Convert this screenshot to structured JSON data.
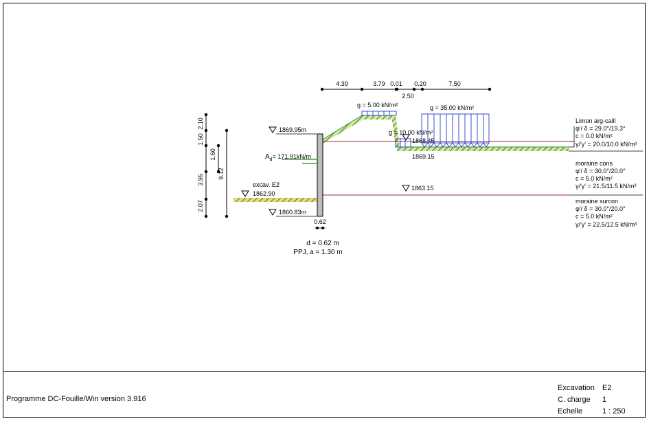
{
  "drawing": {
    "dimensions_top": [
      "4.39",
      "3.79",
      "0.01",
      "0.20",
      "7.50"
    ],
    "dimension_below": "2.50",
    "dimensions_left": [
      "2.10",
      "1.50",
      "1.60",
      "3.95",
      "9.12",
      "2.07"
    ],
    "levels": {
      "top_left": "1869.95m",
      "excav_label": "excav. E2",
      "excav_level": "1862.90",
      "wall_base": "1860.83m",
      "bench": "1868.45",
      "bench_lower": "1869.15",
      "layer_boundary": "1863.15"
    },
    "loads": {
      "slope": "g = 5.00 kN/m²",
      "bench": "g = 10.00 kN/m²",
      "right": "g = 35.00 kN/m²"
    },
    "anchor": {
      "label": "A",
      "subscript": "d",
      "value": "= 171.91kN/m"
    },
    "wall": {
      "width_label": "0.62",
      "thickness": "d = 0.62 m",
      "type": "PPJ, a = 1.30 m"
    },
    "soil_layers": [
      {
        "name": "Limon arg-caill",
        "phi": "φ'/ δ  = 29.0°/19.3°",
        "c": "c      =   0.0 kN/m²",
        "gamma": "γ/'γ' = 20.0/10.0 kN/m³"
      },
      {
        "name": "moraine cons",
        "phi": "φ'/ δ  = 30.0°/20.0°",
        "c": "c      =   5.0 kN/m²",
        "gamma": "γ/'γ' = 21.5/11.5 kN/m³"
      },
      {
        "name": "moraine surcon",
        "phi": "φ'/ δ  = 30.0°/20.0°",
        "c": "c      =   5.0 kN/m²",
        "gamma": "γ/'γ' = 22.5/12.5 kN/m³"
      }
    ]
  },
  "title_block": {
    "program": "Programme DC-Fouille/Win version 3.916",
    "excavation_label": "Excavation",
    "excavation_value": "E2",
    "charge_label": "C. charge",
    "charge_value": "1",
    "scale_label": "Echelle",
    "scale_value": "1 : 250"
  },
  "colors": {
    "soil_hatch": "#2f8f2f",
    "soil_hatch_yellow": "#d8c84a",
    "load": "#1f3fd0",
    "layer_line": "#a0282e",
    "anchor": "#1a8a1a"
  }
}
